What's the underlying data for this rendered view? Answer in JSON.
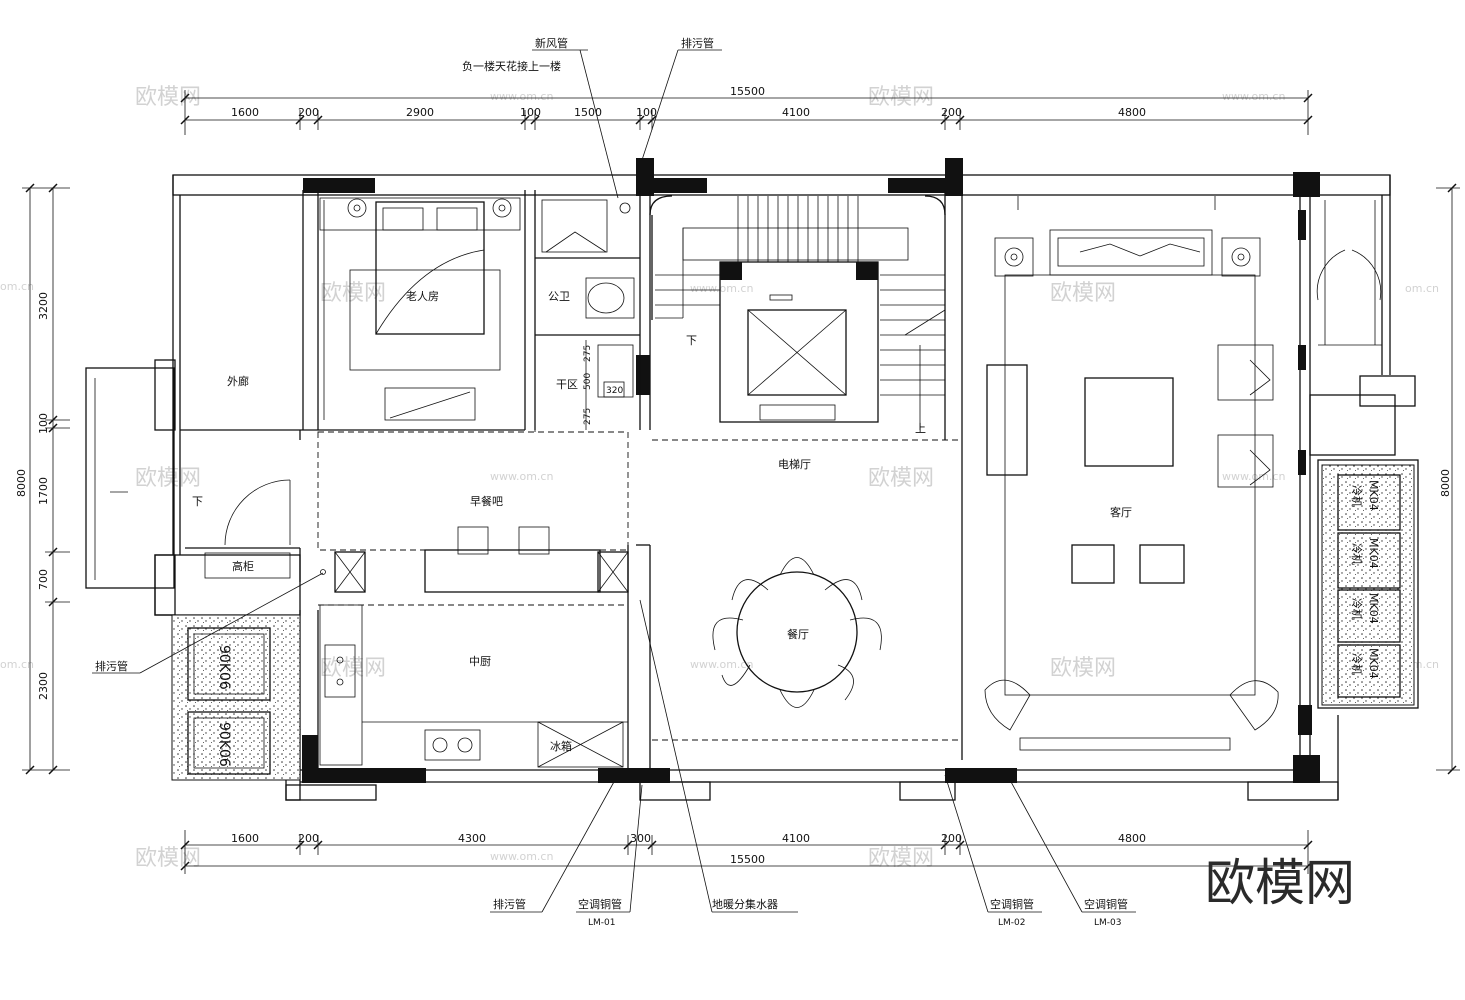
{
  "dimensions": {
    "top_total": "15500",
    "top": [
      "1600",
      "200",
      "2900",
      "100",
      "1500",
      "100",
      "4100",
      "200",
      "4800"
    ],
    "bottom_total": "15500",
    "bottom": [
      "1600",
      "200",
      "4300",
      "300",
      "4100",
      "200",
      "4800"
    ],
    "left": [
      "3200",
      "100",
      "1700",
      "700",
      "2300"
    ],
    "left_total": "8000",
    "right_total": "8000",
    "small": [
      "275",
      "500",
      "275",
      "320"
    ]
  },
  "rooms": {
    "elderly_room": "老人房",
    "public_toilet": "公卫",
    "dry_area": "干区",
    "outer_corridor": "外廊",
    "breakfast_bar": "早餐吧",
    "elevator_hall": "电梯厅",
    "living_room": "客厅",
    "dining_room": "餐厅",
    "chinese_kitchen": "中厨",
    "fridge": "冰箱",
    "tall_cabinet": "高柜",
    "down_1": "下",
    "down_2": "下",
    "up": "上"
  },
  "callouts": {
    "fresh_air_pipe": "新风管",
    "fresh_air_note": "负一楼天花接上一楼",
    "drain_pipe_top": "排污管",
    "drain_pipe_left": "排污管",
    "drain_pipe_bottom": "排污管",
    "ac_pipe_1": "空调铜管",
    "ac_pipe_1_code": "LM-01",
    "floor_heating": "地暖分集水器",
    "ac_pipe_2": "空调铜管",
    "ac_pipe_2_code": "LM-02",
    "ac_pipe_3": "空调铜管",
    "ac_pipe_3_code": "LM-03"
  },
  "units": {
    "left_units": [
      "90K06",
      "90K06"
    ],
    "right_units": [
      {
        "name": "冷机",
        "code": "MK04"
      },
      {
        "name": "冷机",
        "code": "MK04"
      },
      {
        "name": "冷机",
        "code": "MK04"
      },
      {
        "name": "冷机",
        "code": "MK04"
      }
    ]
  },
  "watermark": {
    "brand": "欧模网",
    "url": "www.om.cn",
    "url_short": "om.cn"
  },
  "logo_text": "欧模网"
}
